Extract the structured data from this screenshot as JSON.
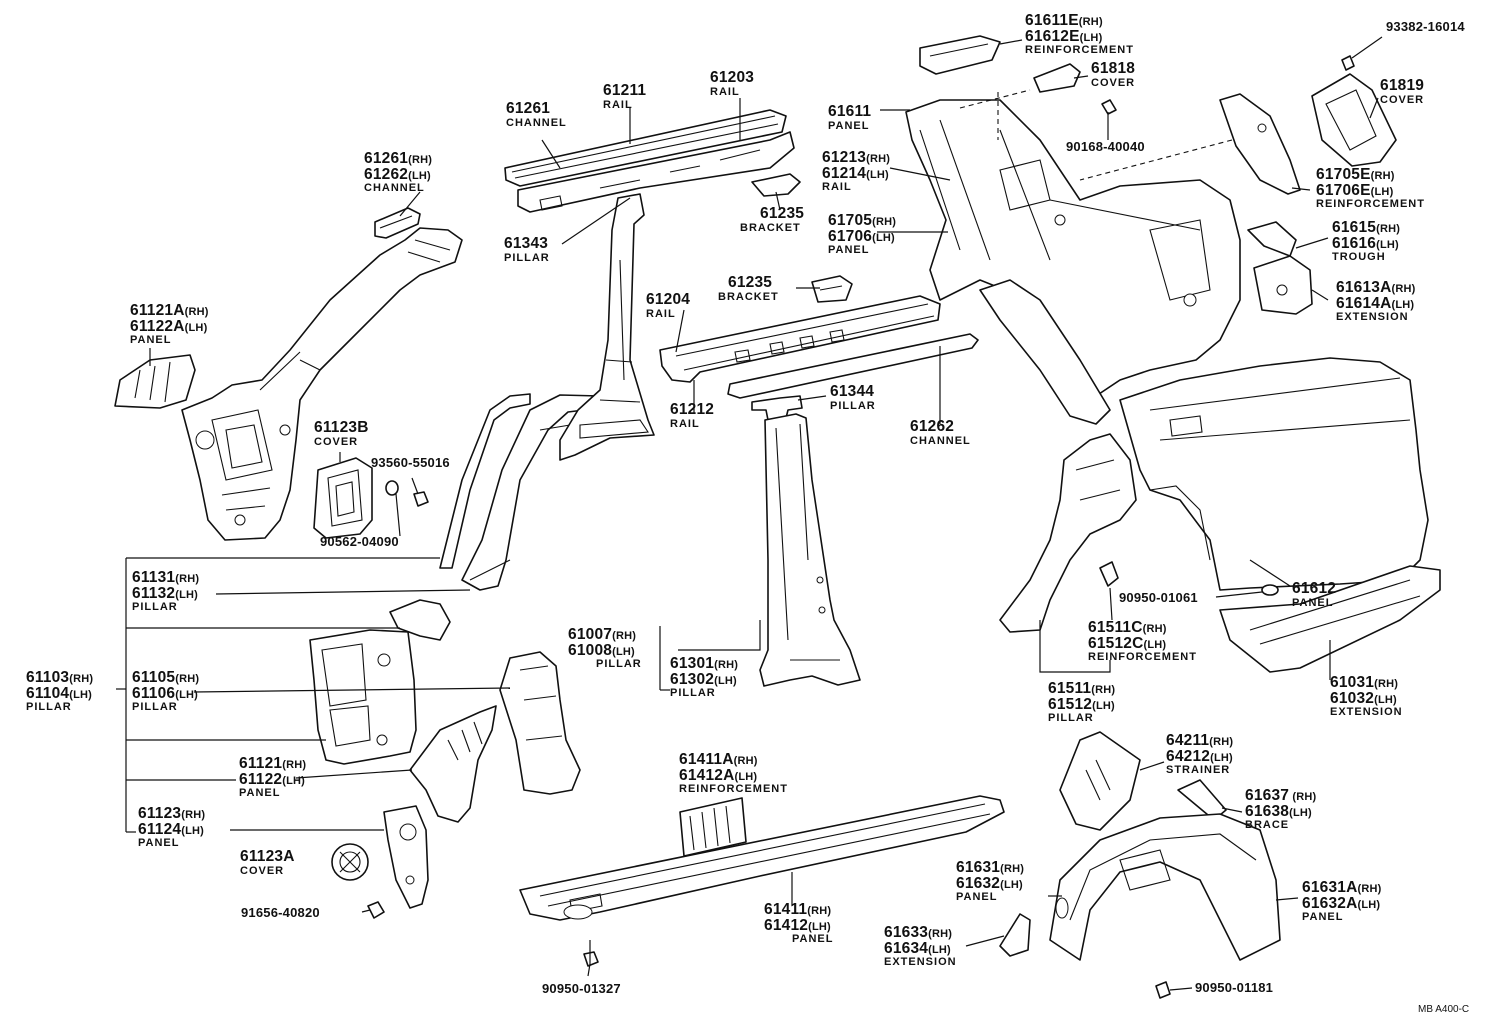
{
  "footer_code": "MB  A400-C",
  "labels": {
    "l61611E": {
      "lines": [
        "61611E",
        "61612E"
      ],
      "sides": [
        "(RH)",
        "(LH)"
      ],
      "word": "REINFORCEMENT"
    },
    "l93382": {
      "lines": [
        "93382-16014"
      ],
      "sides": [
        ""
      ],
      "word": ""
    },
    "l61818": {
      "lines": [
        "61818"
      ],
      "sides": [
        ""
      ],
      "word": "COVER"
    },
    "l61819": {
      "lines": [
        "61819"
      ],
      "sides": [
        ""
      ],
      "word": "COVER"
    },
    "l61611": {
      "lines": [
        "61611"
      ],
      "sides": [
        ""
      ],
      "word": "PANEL"
    },
    "l90168": {
      "lines": [
        "90168-40040"
      ],
      "sides": [
        ""
      ],
      "word": ""
    },
    "l61213": {
      "lines": [
        "61213",
        "61214"
      ],
      "sides": [
        "(RH)",
        "(LH)"
      ],
      "word": "RAIL"
    },
    "l61705E": {
      "lines": [
        "61705E",
        "61706E"
      ],
      "sides": [
        "(RH)",
        "(LH)"
      ],
      "word": "REINFORCEMENT"
    },
    "l61705": {
      "lines": [
        "61705",
        "61706"
      ],
      "sides": [
        "(RH)",
        "(LH)"
      ],
      "word": "PANEL"
    },
    "l61615": {
      "lines": [
        "61615",
        "61616"
      ],
      "sides": [
        "(RH)",
        "(LH)"
      ],
      "word": "TROUGH"
    },
    "l61613A": {
      "lines": [
        "61613A",
        "61614A"
      ],
      "sides": [
        "(RH)",
        "(LH)"
      ],
      "word": "EXTENSION"
    },
    "l61261": {
      "lines": [
        "61261"
      ],
      "sides": [
        ""
      ],
      "word": "CHANNEL"
    },
    "l61211": {
      "lines": [
        "61211"
      ],
      "sides": [
        ""
      ],
      "word": "RAIL"
    },
    "l61203": {
      "lines": [
        "61203"
      ],
      "sides": [
        ""
      ],
      "word": "RAIL"
    },
    "l61261b": {
      "lines": [
        "61261",
        "61262"
      ],
      "sides": [
        "(RH)",
        "(LH)"
      ],
      "word": "CHANNEL"
    },
    "l61235a": {
      "lines": [
        "61235"
      ],
      "sides": [
        ""
      ],
      "word": "BRACKET"
    },
    "l61343": {
      "lines": [
        "61343"
      ],
      "sides": [
        ""
      ],
      "word": "PILLAR"
    },
    "l61235b": {
      "lines": [
        "61235"
      ],
      "sides": [
        ""
      ],
      "word": "BRACKET"
    },
    "l61204": {
      "lines": [
        "61204"
      ],
      "sides": [
        ""
      ],
      "word": "RAIL"
    },
    "l61121A": {
      "lines": [
        "61121A",
        "61122A"
      ],
      "sides": [
        "(RH)",
        "(LH)"
      ],
      "word": "PANEL"
    },
    "l61344": {
      "lines": [
        "61344"
      ],
      "sides": [
        ""
      ],
      "word": "PILLAR"
    },
    "l61212": {
      "lines": [
        "61212"
      ],
      "sides": [
        ""
      ],
      "word": "RAIL"
    },
    "l61262": {
      "lines": [
        "61262"
      ],
      "sides": [
        ""
      ],
      "word": "CHANNEL"
    },
    "l61123B": {
      "lines": [
        "61123B"
      ],
      "sides": [
        ""
      ],
      "word": "COVER"
    },
    "l93560": {
      "lines": [
        "93560-55016"
      ],
      "sides": [
        ""
      ],
      "word": ""
    },
    "l90562": {
      "lines": [
        "90562-04090"
      ],
      "sides": [
        ""
      ],
      "word": ""
    },
    "l61131": {
      "lines": [
        "61131",
        "61132"
      ],
      "sides": [
        "(RH)",
        "(LH)"
      ],
      "word": "PILLAR"
    },
    "l61103": {
      "lines": [
        "61103",
        "61104"
      ],
      "sides": [
        "(RH)",
        "(LH)"
      ],
      "word": "PILLAR"
    },
    "l61105": {
      "lines": [
        "61105",
        "61106"
      ],
      "sides": [
        "(RH)",
        "(LH)"
      ],
      "word": "PILLAR"
    },
    "l61007": {
      "lines": [
        "61007",
        "61008"
      ],
      "sides": [
        "(RH)",
        "(LH)"
      ],
      "word": "PILLAR"
    },
    "l61301": {
      "lines": [
        "61301",
        "61302"
      ],
      "sides": [
        "(RH)",
        "(LH)"
      ],
      "word": "PILLAR"
    },
    "l61612": {
      "lines": [
        "61612"
      ],
      "sides": [
        ""
      ],
      "word": "PANEL"
    },
    "l90950a": {
      "lines": [
        "90950-01061"
      ],
      "sides": [
        ""
      ],
      "word": ""
    },
    "l61511C": {
      "lines": [
        "61511C",
        "61512C"
      ],
      "sides": [
        "(RH)",
        "(LH)"
      ],
      "word": "REINFORCEMENT"
    },
    "l61031": {
      "lines": [
        "61031",
        "61032"
      ],
      "sides": [
        "(RH)",
        "(LH)"
      ],
      "word": "EXTENSION"
    },
    "l61511": {
      "lines": [
        "61511",
        "61512"
      ],
      "sides": [
        "(RH)",
        "(LH)"
      ],
      "word": "PILLAR"
    },
    "l61121": {
      "lines": [
        "61121",
        "61122"
      ],
      "sides": [
        "(RH)",
        "(LH)"
      ],
      "word": "PANEL"
    },
    "l61411A": {
      "lines": [
        "61411A",
        "61412A"
      ],
      "sides": [
        "(RH)",
        "(LH)"
      ],
      "word": "REINFORCEMENT"
    },
    "l64211": {
      "lines": [
        "64211",
        "64212"
      ],
      "sides": [
        "(RH)",
        "(LH)"
      ],
      "word": "STRAINER"
    },
    "l61637": {
      "lines": [
        "61637",
        "61638"
      ],
      "sides": [
        " (RH)",
        "(LH)"
      ],
      "word": "BRACE"
    },
    "l61123": {
      "lines": [
        "61123",
        "61124"
      ],
      "sides": [
        "(RH)",
        "(LH)"
      ],
      "word": "PANEL"
    },
    "l61123A": {
      "lines": [
        "61123A"
      ],
      "sides": [
        ""
      ],
      "word": "COVER"
    },
    "l61631": {
      "lines": [
        "61631",
        "61632"
      ],
      "sides": [
        "(RH)",
        "(LH)"
      ],
      "word": "PANEL"
    },
    "l61631A": {
      "lines": [
        "61631A",
        "61632A"
      ],
      "sides": [
        "(RH)",
        "(LH)"
      ],
      "word": "PANEL"
    },
    "l91656": {
      "lines": [
        "91656-40820"
      ],
      "sides": [
        ""
      ],
      "word": ""
    },
    "l61411": {
      "lines": [
        "61411",
        "61412"
      ],
      "sides": [
        "(RH)",
        "(LH)"
      ],
      "word": "PANEL"
    },
    "l61633": {
      "lines": [
        "61633",
        "61634"
      ],
      "sides": [
        "(RH)",
        "(LH)"
      ],
      "word": "EXTENSION"
    },
    "l90950b": {
      "lines": [
        "90950-01327"
      ],
      "sides": [
        ""
      ],
      "word": ""
    },
    "l90950c": {
      "lines": [
        "90950-01181"
      ],
      "sides": [
        ""
      ],
      "word": ""
    }
  }
}
